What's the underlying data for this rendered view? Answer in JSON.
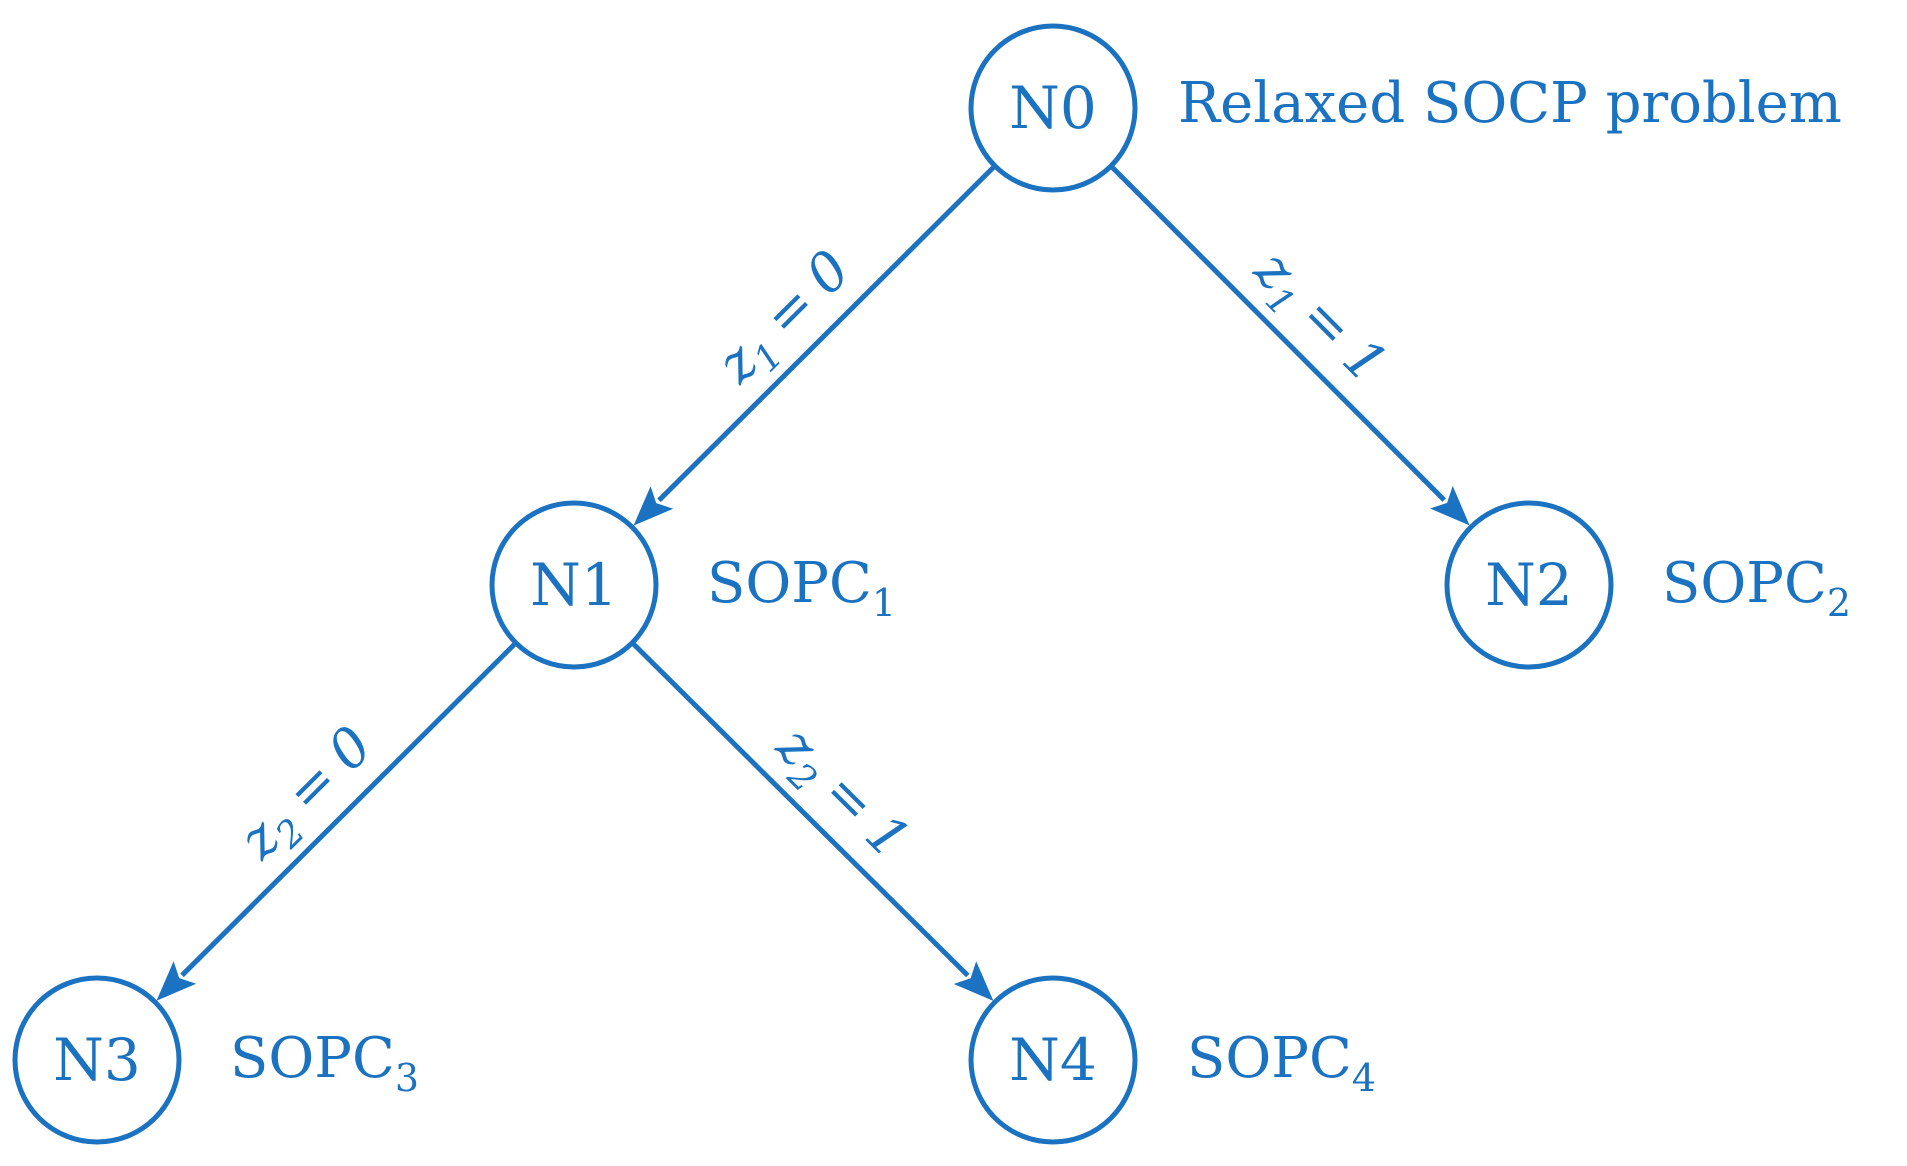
{
  "colors": {
    "accent": "#1a72c0"
  },
  "nodes": [
    {
      "id": "N0",
      "label": "N0",
      "desc_main": "Relaxed SOCP problem",
      "desc_sub": ""
    },
    {
      "id": "N1",
      "label": "N1",
      "desc_main": "SOPC",
      "desc_sub": "1"
    },
    {
      "id": "N2",
      "label": "N2",
      "desc_main": "SOPC",
      "desc_sub": "2"
    },
    {
      "id": "N3",
      "label": "N3",
      "desc_main": "SOPC",
      "desc_sub": "3"
    },
    {
      "id": "N4",
      "label": "N4",
      "desc_main": "SOPC",
      "desc_sub": "4"
    }
  ],
  "edges": [
    {
      "from": "N0",
      "to": "N1",
      "var": "z",
      "var_sub": "1",
      "op": "=",
      "value": "0"
    },
    {
      "from": "N0",
      "to": "N2",
      "var": "z",
      "var_sub": "1",
      "op": "=",
      "value": "1"
    },
    {
      "from": "N1",
      "to": "N3",
      "var": "z",
      "var_sub": "2",
      "op": "=",
      "value": "0"
    },
    {
      "from": "N1",
      "to": "N4",
      "var": "z",
      "var_sub": "2",
      "op": "=",
      "value": "1"
    }
  ]
}
